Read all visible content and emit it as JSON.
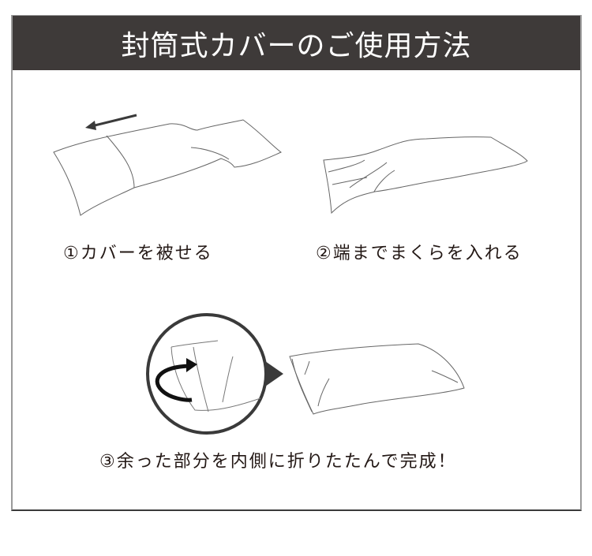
{
  "header": {
    "title": "封筒式カバーのご使用方法"
  },
  "steps": [
    {
      "number": "①",
      "label": "カバーを被せる",
      "illustration": "pillow-with-cover-arrow-left"
    },
    {
      "number": "②",
      "label": "端までまくらを入れる",
      "illustration": "pillow-fully-inserted"
    },
    {
      "number": "③",
      "label": "余った部分を内側に折りたたんで完成！",
      "illustration": "fold-inside-zoom-circle-and-finished-pillow"
    }
  ],
  "colors": {
    "header_bg": "#3e3a39",
    "header_text": "#ffffff",
    "text": "#231815",
    "line": "#555555"
  }
}
